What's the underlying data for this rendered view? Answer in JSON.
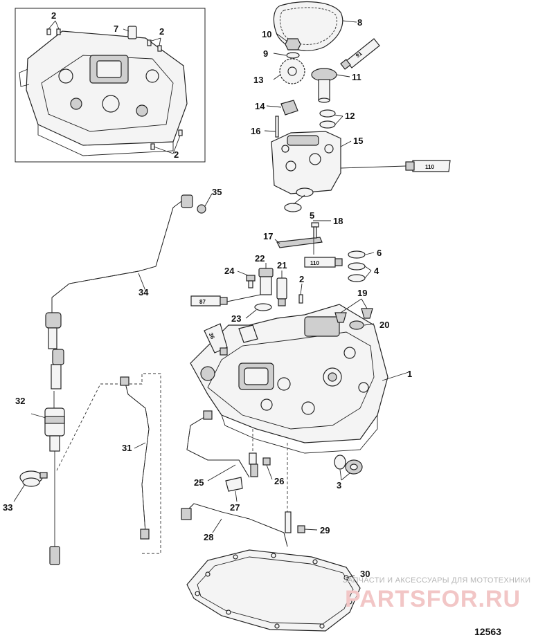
{
  "labels": {
    "p1": "1",
    "p2": "2",
    "p3": "3",
    "p4": "4",
    "p5": "5",
    "p6": "6",
    "p7": "7",
    "p8": "8",
    "p9": "9",
    "p10": "10",
    "p11": "11",
    "p12": "12",
    "p13": "13",
    "p14": "14",
    "p15": "15",
    "p16": "16",
    "p17": "17",
    "p18": "18",
    "p19": "19",
    "p20": "20",
    "p21": "21",
    "p22": "22",
    "p23": "23",
    "p24": "24",
    "p25": "25",
    "p26": "26",
    "p27": "27",
    "p28": "28",
    "p29": "29",
    "p30": "30",
    "p31": "31",
    "p32": "32",
    "p33": "33",
    "p34": "34",
    "p35": "35"
  },
  "tubes": {
    "t91": "91",
    "t110a": "110",
    "t110b": "110",
    "t87": "87",
    "t36": "36"
  },
  "watermark": {
    "tagline": "ЗАПЧАСТИ И АКСЕССУАРЫ ДЛЯ МОТОТЕХНИКИ",
    "brand": "PARTSFOR.RU"
  },
  "figure_number": "12563"
}
